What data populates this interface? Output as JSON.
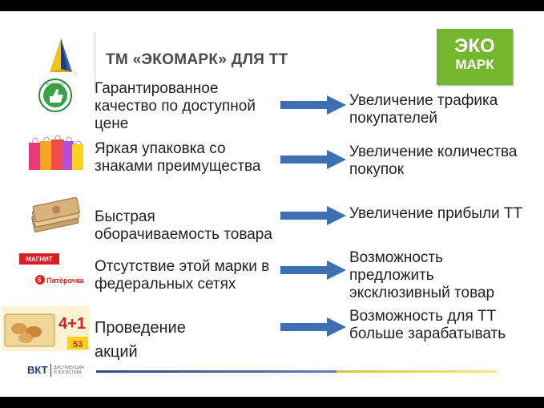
{
  "title": "ТМ «ЭКОМАРК» ДЛЯ ТТ",
  "brand": {
    "line1": "ЭКО",
    "line2": "МАРК",
    "color": "#74b72e"
  },
  "rows": [
    {
      "icon": "quality-badge-icon",
      "text": "Гарантированное качество по доступной цене",
      "result": "Увеличение трафика покупателей"
    },
    {
      "icon": "shopping-bags-icon",
      "text": "Яркая упаковка со знаками преимущества",
      "result": "Увеличение количества покупок"
    },
    {
      "icon": "money-stack-icon",
      "text": "Быстрая оборачиваемость товара",
      "result": "Увеличение прибыли ТТ"
    },
    {
      "icon": "retail-chains-icon",
      "text": "Отсутствие этой марки в федеральных сетях",
      "result": "Возможность предложить эксклюзивный товар"
    },
    {
      "icon": "promo-icon",
      "text": "Проведение акций",
      "result": "Возможность для ТТ больше зарабатывать"
    }
  ],
  "logos": {
    "magnit": "МАГНИТ",
    "pyaterochka": "Пятёрочка",
    "quality_badge": "КАЧЕСТВО",
    "promo_badge": "4+1",
    "promo_price": "53"
  },
  "footer": {
    "logo": "ВКТ",
    "sub": "ДИСТРИБУЦИЯ И ЛОГИСТИКА"
  },
  "colors": {
    "arrow": "#3f6fb3",
    "title": "#4b4b4b"
  }
}
